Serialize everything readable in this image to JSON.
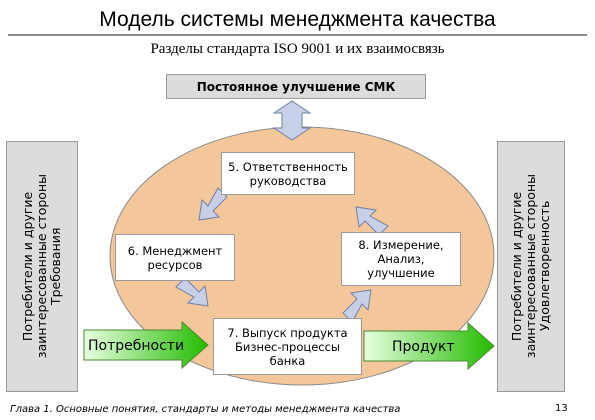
{
  "title": "Модель системы менеджмента качества",
  "subtitle": "Разделы стандарта ISO 9001 и их взаимосвязь",
  "improvement": "Постоянное улучшение СМК",
  "left_panel": {
    "line1": "Потребители и другие",
    "line2": "заинтересованные стороны",
    "line3": "Требования"
  },
  "right_panel": {
    "line1": "Потребители и другие",
    "line2": "заинтересованные стороны",
    "line3": "Удовлетворенность"
  },
  "steps": {
    "s5": {
      "line1": "5. Ответственность",
      "line2": "руководства"
    },
    "s6": {
      "line1": "6. Менеджмент",
      "line2": "ресурсов"
    },
    "s7": {
      "line1": "7. Выпуск продукта",
      "line2": "Бизнес-процессы",
      "line3": "банка"
    },
    "s8": {
      "line1": "8. Измерение,",
      "line2": "Анализ,",
      "line3": "улучшение"
    }
  },
  "input_label": "Потребности",
  "output_label": "Продукт",
  "footer": "Глава 1. Основные понятия, стандарты  и методы менеджмента качества",
  "page_number": "13",
  "colors": {
    "ellipse": "#f3c79a",
    "panel": "#dcdcdc",
    "arrow_fill": "#c8d0e8",
    "arrow_green": "#22bb00"
  }
}
